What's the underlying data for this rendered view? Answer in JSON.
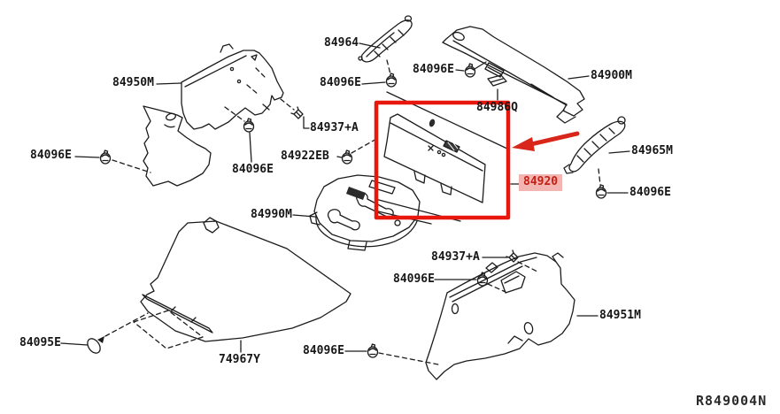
{
  "diagram": {
    "code": "R849004N",
    "highlighted_part": "84920",
    "colors": {
      "background": "#ffffff",
      "line": "#1c1c1c",
      "highlight_box": "#e8170d",
      "highlight_arrow": "#d8261a",
      "highlight_label_bg": "#f3b5b2",
      "highlight_label_text": "#c32015"
    },
    "parts": [
      {
        "id": "84950M",
        "label": "84950M"
      },
      {
        "id": "84096E-left",
        "label": "84096E"
      },
      {
        "id": "84096E-under-84950M",
        "label": "84096E"
      },
      {
        "id": "84937A-upper",
        "label": "84937+A"
      },
      {
        "id": "84922EB",
        "label": "84922EB"
      },
      {
        "id": "84964",
        "label": "84964"
      },
      {
        "id": "84096E-below-84964",
        "label": "84096E"
      },
      {
        "id": "84096E-top-center",
        "label": "84096E"
      },
      {
        "id": "84900M",
        "label": "84900M"
      },
      {
        "id": "84986Q",
        "label": "84986Q"
      },
      {
        "id": "84920",
        "label": "84920"
      },
      {
        "id": "84965M",
        "label": "84965M"
      },
      {
        "id": "84096E-right",
        "label": "84096E"
      },
      {
        "id": "84990M",
        "label": "84990M"
      },
      {
        "id": "84095E",
        "label": "84095E"
      },
      {
        "id": "74967Y",
        "label": "74967Y"
      },
      {
        "id": "84096E-bottom-center",
        "label": "84096E"
      },
      {
        "id": "84937A-lower",
        "label": "84937+A"
      },
      {
        "id": "84096E-lower-right",
        "label": "84096E"
      },
      {
        "id": "84951M",
        "label": "84951M"
      }
    ]
  }
}
